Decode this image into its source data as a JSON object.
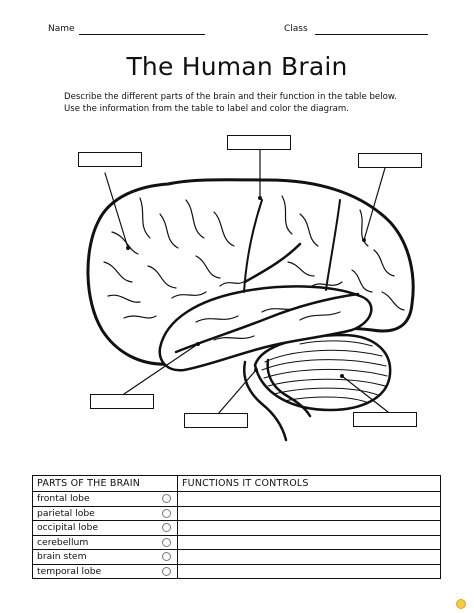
{
  "header": {
    "name_label": "Name",
    "class_label": "Class"
  },
  "title": "The Human Brain",
  "instructions": {
    "line1": "Describe the different parts of the brain and their function in the table below.",
    "line2": "Use the information from the table to label and color the diagram."
  },
  "table": {
    "header_parts": "PARTS OF THE BRAIN",
    "header_functions": "FUNCTIONS IT CONTROLS",
    "rows": [
      {
        "part": "frontal lobe"
      },
      {
        "part": "parietal lobe"
      },
      {
        "part": "occipital lobe"
      },
      {
        "part": "cerebellum"
      },
      {
        "part": "brain stem"
      },
      {
        "part": "temporal lobe"
      }
    ]
  }
}
